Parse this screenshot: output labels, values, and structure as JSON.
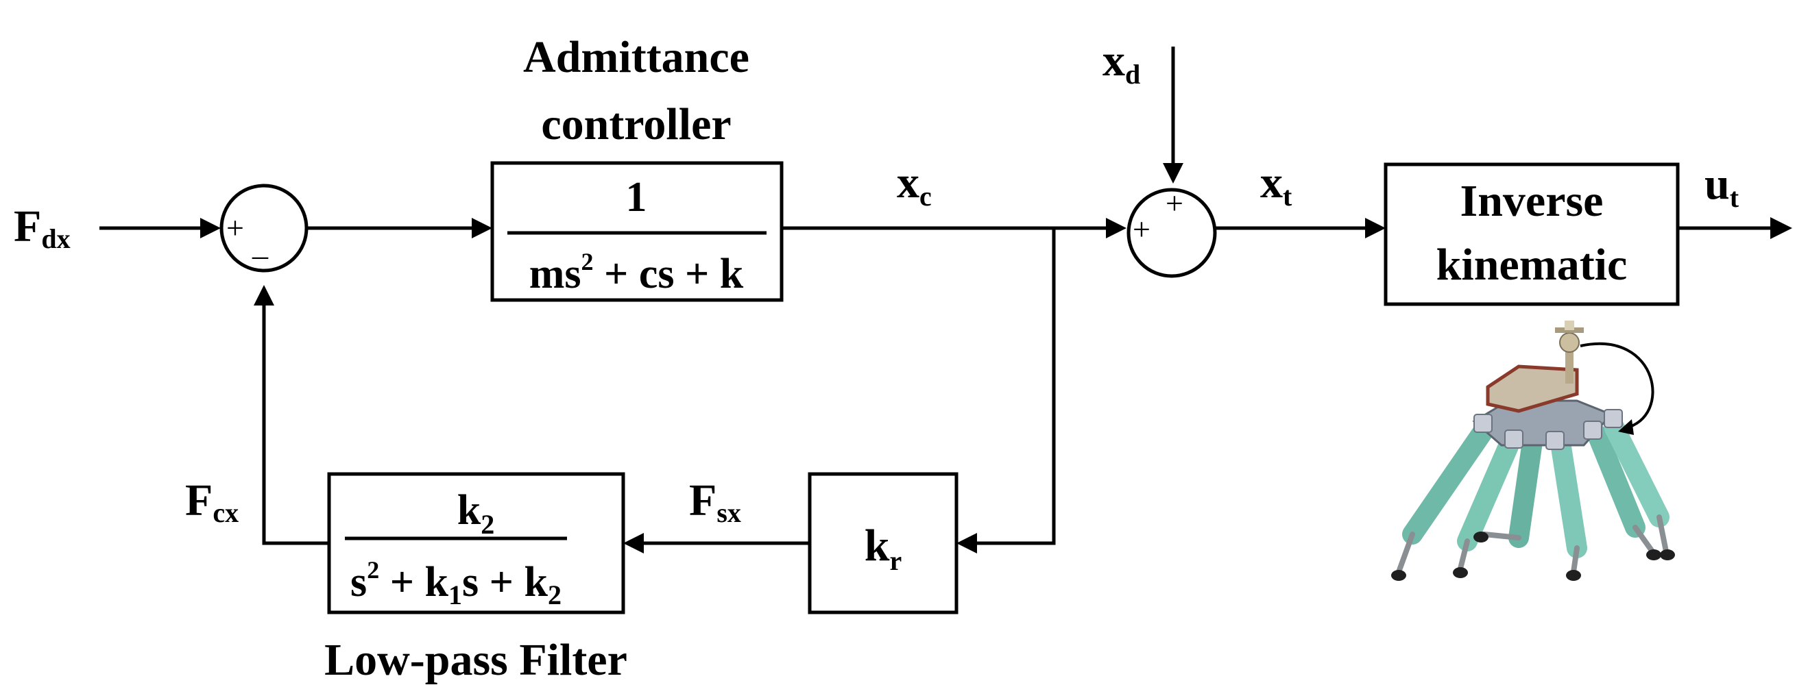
{
  "signals": {
    "fdx": {
      "main": "F",
      "sub": "dx"
    },
    "fcx": {
      "main": "F",
      "sub": "cx"
    },
    "fsx": {
      "main": "F",
      "sub": "sx"
    },
    "xc": {
      "main": "x",
      "sub": "c"
    },
    "xd": {
      "main": "x",
      "sub": "d"
    },
    "xt": {
      "main": "x",
      "sub": "t"
    },
    "ut": {
      "main": "u",
      "sub": "t"
    }
  },
  "sum1": {
    "plus": "+",
    "minus": "_"
  },
  "sum2": {
    "plus_top": "+",
    "plus_left": "+"
  },
  "admittance": {
    "title_line1": "Admittance",
    "title_line2": "controller",
    "numerator": "1",
    "den_a": "ms",
    "den_a_sup": "2",
    "den_b": " + cs + k"
  },
  "filter": {
    "title": "Low-pass Filter",
    "num_main": "k",
    "num_sub": "2",
    "den_a": "s",
    "den_a_sup": "2",
    "den_b": " + k",
    "den_b_sub": "1",
    "den_c": "s + k",
    "den_c_sub": "2"
  },
  "gain": {
    "main": "k",
    "sub": "r"
  },
  "inverse_kinematic": {
    "line1": "Inverse",
    "line2": "kinematic"
  }
}
